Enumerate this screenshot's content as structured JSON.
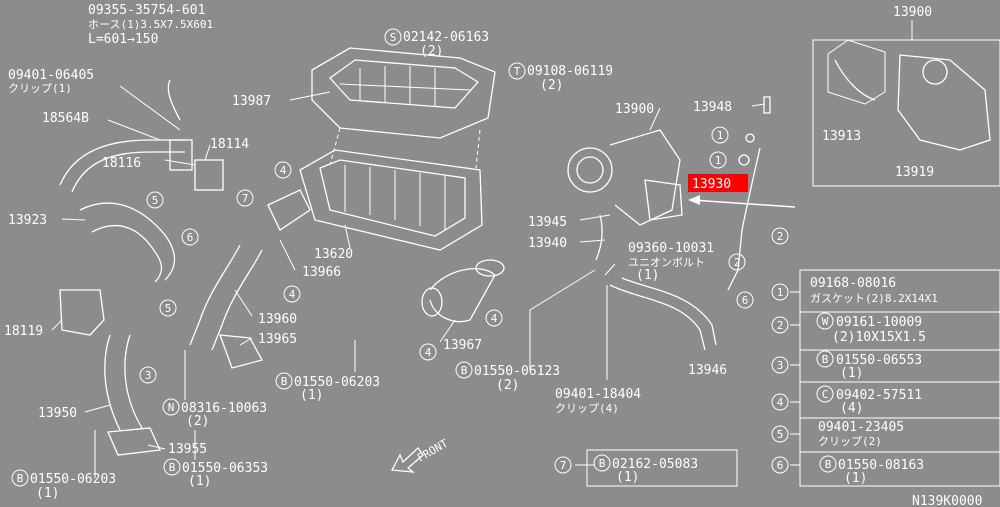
{
  "colors": {
    "background": "#8c8c8c",
    "ink": "#ffffff",
    "highlight": "#ff0000"
  },
  "labels": {
    "hose_pn": "09355-35754-601",
    "hose_desc": "ホース(1)3.5X7.5X601",
    "hose_len": "L=601→150",
    "clip_pn": "09401-06405",
    "clip_desc": "クリップ(1)",
    "p18564b": "18564B",
    "p18114": "18114",
    "p18116": "18116",
    "p13923": "13923",
    "p18119": "18119",
    "p13950": "13950",
    "p13955": "13955",
    "p13987": "13987",
    "p13620": "13620",
    "p13966": "13966",
    "p13960": "13960",
    "p13965": "13965",
    "p13967": "13967",
    "s_pn": "02142-06163",
    "s_qty": "(2)",
    "t_pn": "09108-06119",
    "t_qty": "(2)",
    "p13900a": "13900",
    "p13948": "13948",
    "p13930": "13930",
    "p13945": "13945",
    "p13940": "13940",
    "bolt_pn": "09360-10031",
    "bolt_desc": "ユニオンボルト",
    "bolt_qty": "(1)",
    "p13946": "13946",
    "b_06123": "01550-06123",
    "b_06123_qty": "(2)",
    "clip4_pn": "09401-18404",
    "clip4_desc": "クリップ(4)",
    "b_06203a": "01550-06203",
    "b_06203a_qty": "(1)",
    "n_pn": "08316-10063",
    "n_qty": "(2)",
    "b_06203b": "01550-06203",
    "b_06203b_qty": "(1)",
    "b_06353": "01550-06353",
    "b_06353_qty": "(1)",
    "b_05083": "02162-05083",
    "b_05083_qty": "(1)",
    "front": "FRONT",
    "p13900b": "13900",
    "p13913": "13913",
    "p13919": "13919",
    "diagram_id": "N139K0000"
  },
  "letters": {
    "s": "S",
    "t": "T",
    "b": "B",
    "n": "N",
    "w": "W",
    "c": "C"
  },
  "callouts": [
    "1",
    "2",
    "3",
    "4",
    "5",
    "6",
    "7"
  ],
  "legend": [
    {
      "num": "1",
      "letter": "",
      "pn": "09168-08016",
      "desc": "ガスケット(2)8.2X14X1"
    },
    {
      "num": "2",
      "letter": "W",
      "pn": "09161-10009",
      "desc": "(2)10X15X1.5"
    },
    {
      "num": "3",
      "letter": "B",
      "pn": "01550-06553",
      "desc": "(1)"
    },
    {
      "num": "4",
      "letter": "C",
      "pn": "09402-57511",
      "desc": "(4)"
    },
    {
      "num": "5",
      "letter": "",
      "pn": "09401-23405",
      "desc": "クリップ(2)"
    },
    {
      "num": "6",
      "letter": "B",
      "pn": "01550-08163",
      "desc": "(1)"
    }
  ]
}
